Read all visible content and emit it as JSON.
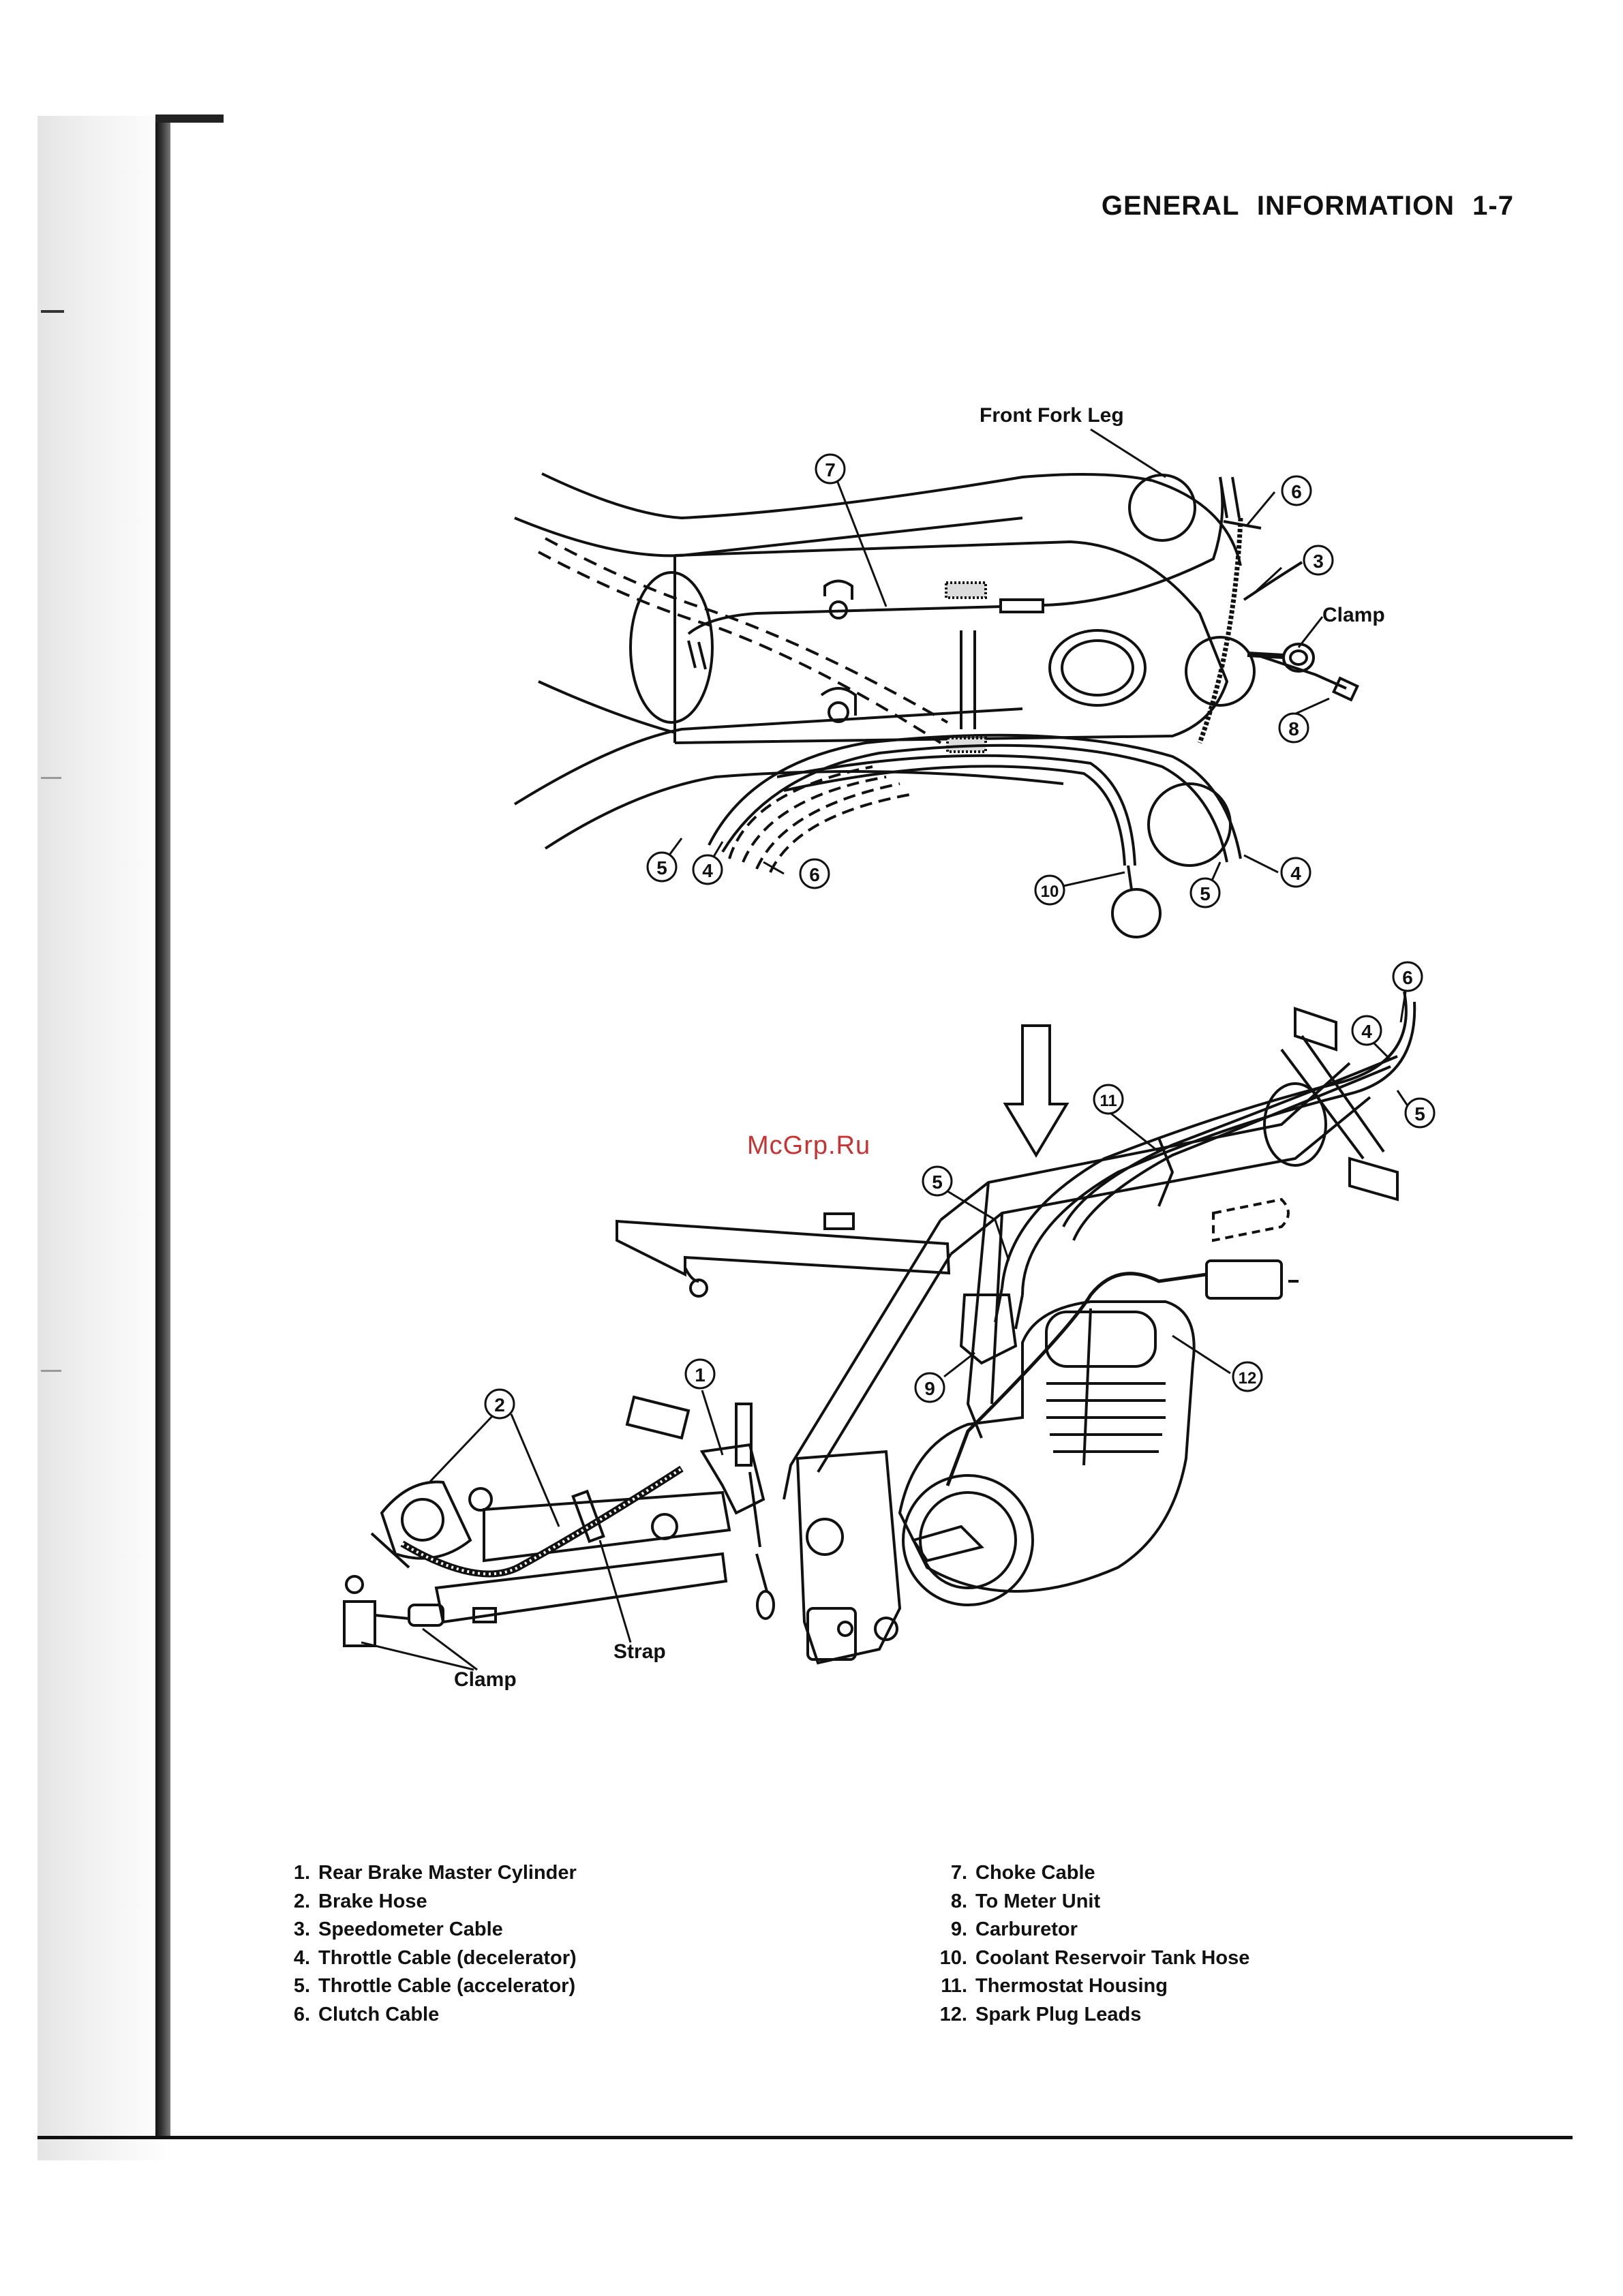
{
  "header": {
    "title": "GENERAL  INFORMATION  1-7"
  },
  "watermark": "McGrp.Ru",
  "diagram_top": {
    "label_front_fork": "Front Fork Leg",
    "label_clamp": "Clamp",
    "callouts": [
      "7",
      "6",
      "3",
      "8",
      "5",
      "4",
      "6",
      "10",
      "5",
      "4"
    ]
  },
  "diagram_bottom": {
    "label_strap": "Strap",
    "label_clamp": "Clamp",
    "callouts": [
      "6",
      "4",
      "5",
      "11",
      "5",
      "9",
      "12",
      "1",
      "2"
    ]
  },
  "legend_left": [
    {
      "num": "1.",
      "text": "Rear Brake Master Cylinder"
    },
    {
      "num": "2.",
      "text": "Brake Hose"
    },
    {
      "num": "3.",
      "text": "Speedometer Cable"
    },
    {
      "num": "4.",
      "text": "Throttle Cable (decelerator)"
    },
    {
      "num": "5.",
      "text": "Throttle Cable (accelerator)"
    },
    {
      "num": "6.",
      "text": "Clutch Cable"
    }
  ],
  "legend_right": [
    {
      "num": "7.",
      "text": "Choke Cable"
    },
    {
      "num": "8.",
      "text": "To Meter Unit"
    },
    {
      "num": "9.",
      "text": "Carburetor"
    },
    {
      "num": "10.",
      "text": "Coolant Reservoir Tank Hose"
    },
    {
      "num": "11.",
      "text": "Thermostat Housing"
    },
    {
      "num": "12.",
      "text": "Spark Plug Leads"
    }
  ]
}
